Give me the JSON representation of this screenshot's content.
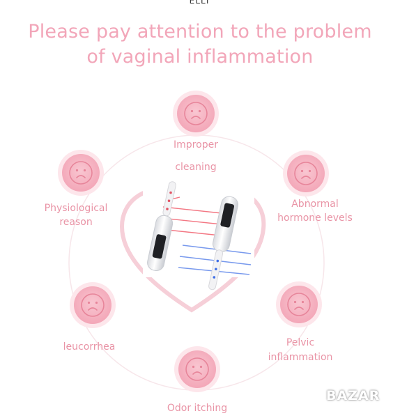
{
  "top_cropped_text": "ELLT",
  "headline": {
    "line1": "Please pay attention to the problem",
    "line2": "of vaginal inflammation"
  },
  "causes": {
    "improper_cleaning": {
      "line1": "Improper",
      "line2": "cleaning"
    },
    "abnormal_hormone": {
      "line1": "Abnormal",
      "line2": "hormone levels"
    },
    "physiological": {
      "line1": "Physiological",
      "line2": "reason"
    },
    "leucorrhea": {
      "line1": "leucorrhea"
    },
    "pelvic": {
      "line1": "Pelvic",
      "line2": "inflammation"
    },
    "odor": {
      "line1": "Odor itching"
    }
  },
  "watermark": "BAZAR",
  "icons": [
    "sad-face-icon",
    "heart-shape",
    "device-illustration"
  ],
  "colors": {
    "headline": "#f2a6b9",
    "label": "#e994a6",
    "circle_fill": "#f6b8c6",
    "circle_ring": "#fbdde4",
    "red_light": "#ef4a5a",
    "blue_light": "#3f6fe6"
  }
}
